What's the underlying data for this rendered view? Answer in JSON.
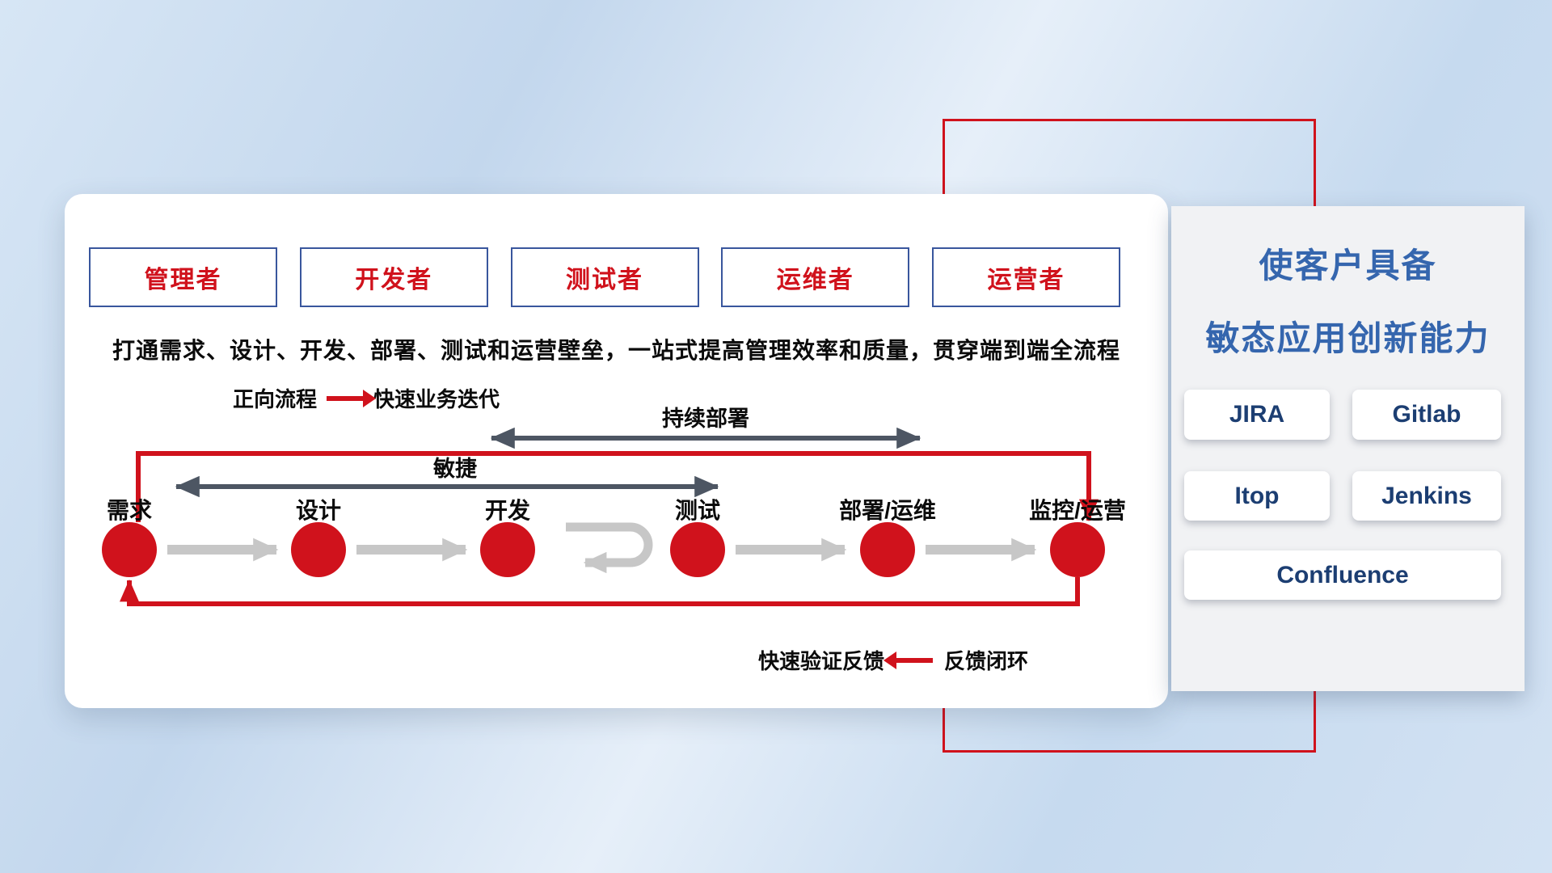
{
  "colors": {
    "accent_red": "#d0121c",
    "accent_blue": "#3566ae",
    "dark_arrow": "#4d5663",
    "gray_arrow": "#c7c7c7",
    "role_border": "#39569d",
    "tool_text": "#1c3e72"
  },
  "card": {
    "roles": [
      {
        "label": "管理者"
      },
      {
        "label": "开发者"
      },
      {
        "label": "测试者"
      },
      {
        "label": "运维者"
      },
      {
        "label": "运营者"
      }
    ],
    "subtitle": "打通需求、设计、开发、部署、测试和运营壁垒，一站式提高管理效率和质量，贯穿端到端全流程",
    "legend_forward": {
      "label": "正向流程",
      "value": "快速业务迭代"
    },
    "legend_feedback": {
      "label": "快速验证反馈",
      "value": "反馈闭环"
    },
    "agile_label": "敏捷",
    "cd_label": "持续部署",
    "stages": [
      {
        "label": "需求"
      },
      {
        "label": "设计"
      },
      {
        "label": "开发"
      },
      {
        "label": "测试"
      },
      {
        "label": "部署/运维"
      },
      {
        "label": "监控/运营"
      }
    ]
  },
  "panel": {
    "title_line1": "使客户具备",
    "title_line2": "敏态应用创新能力",
    "tools": [
      "JIRA",
      "Gitlab",
      "Itop",
      "Jenkins",
      "Confluence"
    ]
  }
}
